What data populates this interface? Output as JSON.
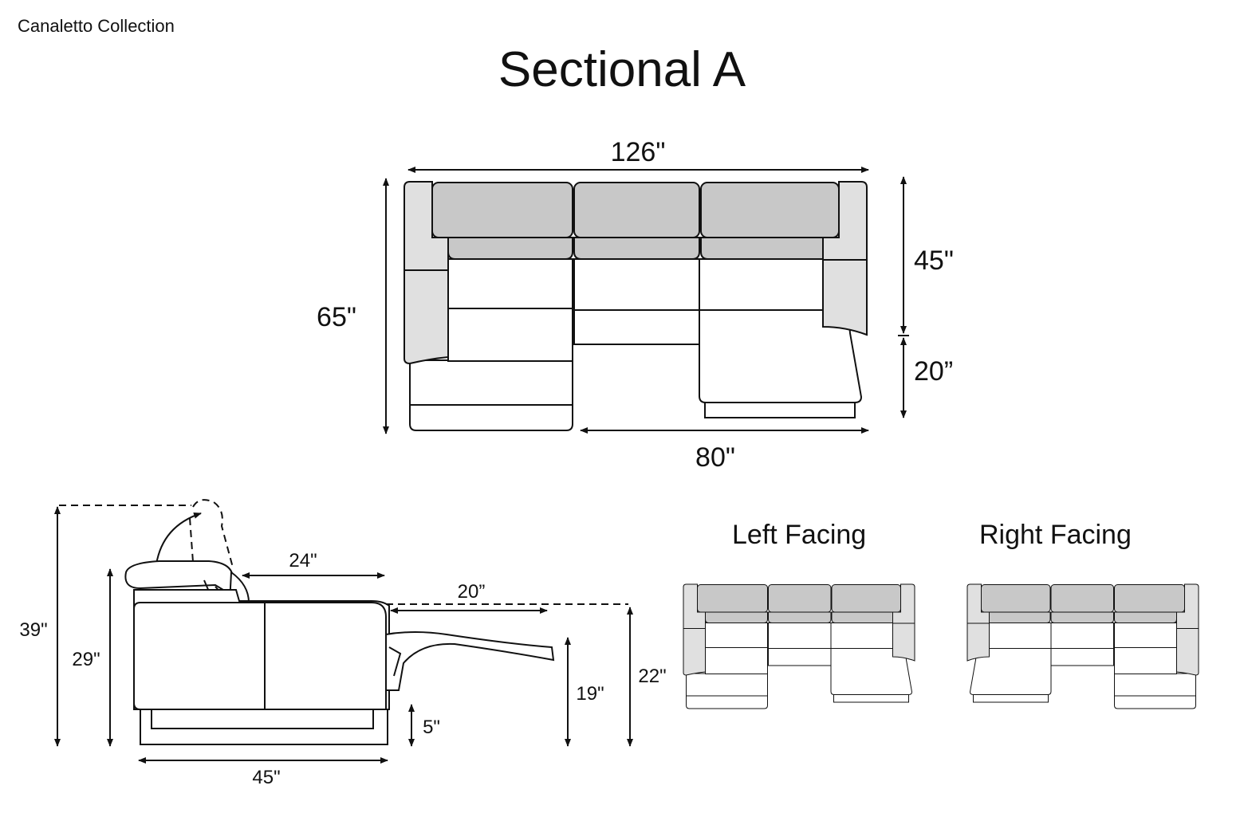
{
  "header": {
    "collection": "Canaletto Collection",
    "title": "Sectional A"
  },
  "top_view": {
    "overall_width": "126\"",
    "overall_depth": "65\"",
    "back_depth": "45\"",
    "chaise_extension": "20”",
    "section_width": "80\""
  },
  "side_view": {
    "headrest_height": "39\"",
    "back_height": "29\"",
    "seat_depth": "24\"",
    "footrest_extension": "20”",
    "seat_height": "22\"",
    "footrest_height": "19\"",
    "base_height": "5\"",
    "overall_depth": "45\""
  },
  "orientations": {
    "left": "Left Facing",
    "right": "Right Facing"
  },
  "colors": {
    "back_cushion": "#c8c8c8",
    "arm": "#e0e0e0",
    "line": "#111111"
  }
}
